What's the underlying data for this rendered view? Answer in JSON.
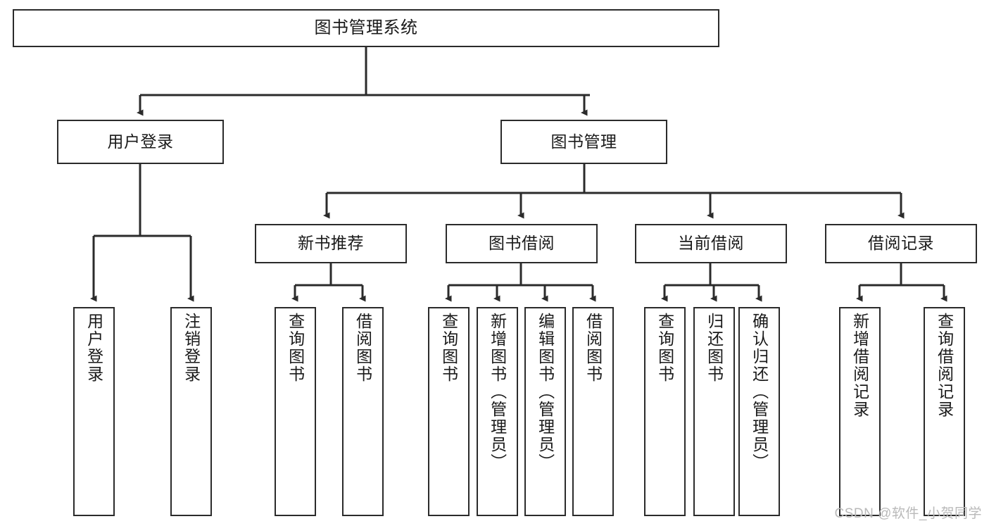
{
  "diagram": {
    "type": "tree-hierarchy",
    "title": "图书管理系统",
    "orientation": "top-down",
    "edge_color": "#2b2b2b",
    "box_border_color": "#2b2b2b",
    "box_fill_color": "#ffffff",
    "text_color": "#1a1a1a",
    "nodes": {
      "root": {
        "label": "图书管理系统",
        "level": 1
      },
      "l2": [
        {
          "label": "用户登录",
          "level": 2
        },
        {
          "label": "图书管理",
          "level": 2
        }
      ],
      "l3": [
        {
          "label": "新书推荐",
          "level": 3,
          "parent": "图书管理"
        },
        {
          "label": "图书借阅",
          "level": 3,
          "parent": "图书管理"
        },
        {
          "label": "当前借阅",
          "level": 3,
          "parent": "图书管理"
        },
        {
          "label": "借阅记录",
          "level": 3,
          "parent": "图书管理"
        }
      ],
      "leaves": [
        {
          "label": "用户登录",
          "parent": "用户登录"
        },
        {
          "label": "注销登录",
          "parent": "用户登录"
        },
        {
          "label": "查询图书",
          "parent": "新书推荐"
        },
        {
          "label": "借阅图书",
          "parent": "新书推荐"
        },
        {
          "label": "查询图书",
          "parent": "图书借阅"
        },
        {
          "label": "新增图书（管理员）",
          "parent": "图书借阅"
        },
        {
          "label": "编辑图书（管理员）",
          "parent": "图书借阅"
        },
        {
          "label": "借阅图书",
          "parent": "图书借阅"
        },
        {
          "label": "查询图书",
          "parent": "当前借阅"
        },
        {
          "label": "归还图书",
          "parent": "当前借阅"
        },
        {
          "label": "确认归还（管理员）",
          "parent": "当前借阅"
        },
        {
          "label": "新增借阅记录",
          "parent": "借阅记录"
        },
        {
          "label": "查询借阅记录",
          "parent": "借阅记录"
        }
      ]
    }
  },
  "watermark": {
    "text": "CSDN @软件_小贺同学"
  }
}
